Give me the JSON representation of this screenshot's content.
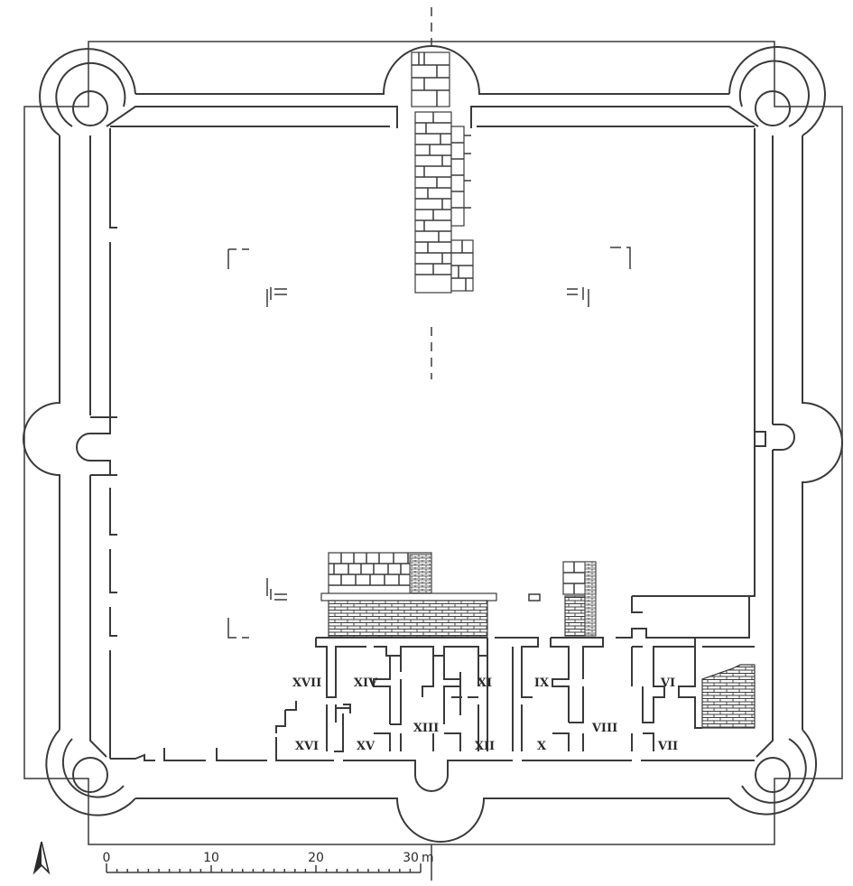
{
  "rooms": [
    "VI",
    "VII",
    "VIII",
    "IX",
    "X",
    "XI",
    "XII",
    "XIII",
    "XIV",
    "XV",
    "XVI",
    "XVII"
  ],
  "scale": {
    "ticks": [
      "0",
      "10",
      "20",
      "30"
    ],
    "unit": "m"
  },
  "north_arrow": "north-arrow"
}
